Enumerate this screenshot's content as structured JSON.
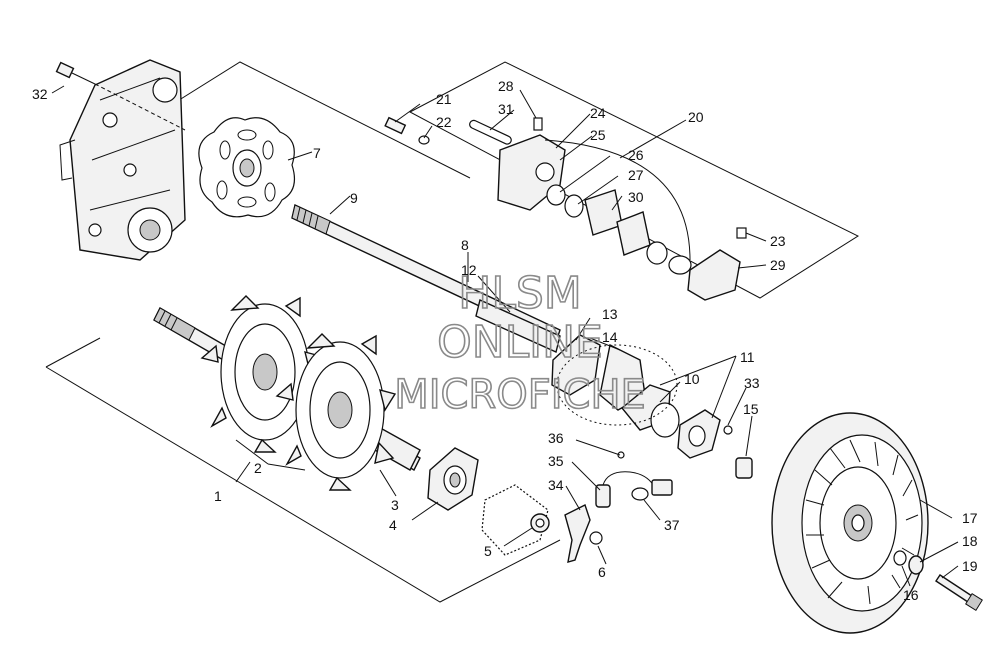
{
  "watermark": {
    "line1": "HLSM",
    "line2": "ONLINE",
    "line3": "MICROFICHE"
  },
  "callouts": {
    "c1": "1",
    "c2": "2",
    "c3": "3",
    "c4": "4",
    "c5": "5",
    "c6": "6",
    "c7": "7",
    "c8": "8",
    "c9": "9",
    "c10": "10",
    "c11": "11",
    "c12": "12",
    "c13": "13",
    "c14": "14",
    "c15": "15",
    "c16": "16",
    "c17": "17",
    "c18": "18",
    "c19": "19",
    "c20": "20",
    "c21": "21",
    "c22": "22",
    "c23": "23",
    "c24": "24",
    "c25": "25",
    "c26": "26",
    "c27": "27",
    "c28": "28",
    "c29": "29",
    "c30": "30",
    "c31": "31",
    "c32": "32",
    "c33": "33",
    "c34": "34",
    "c35": "35",
    "c36": "36",
    "c37": "37"
  }
}
